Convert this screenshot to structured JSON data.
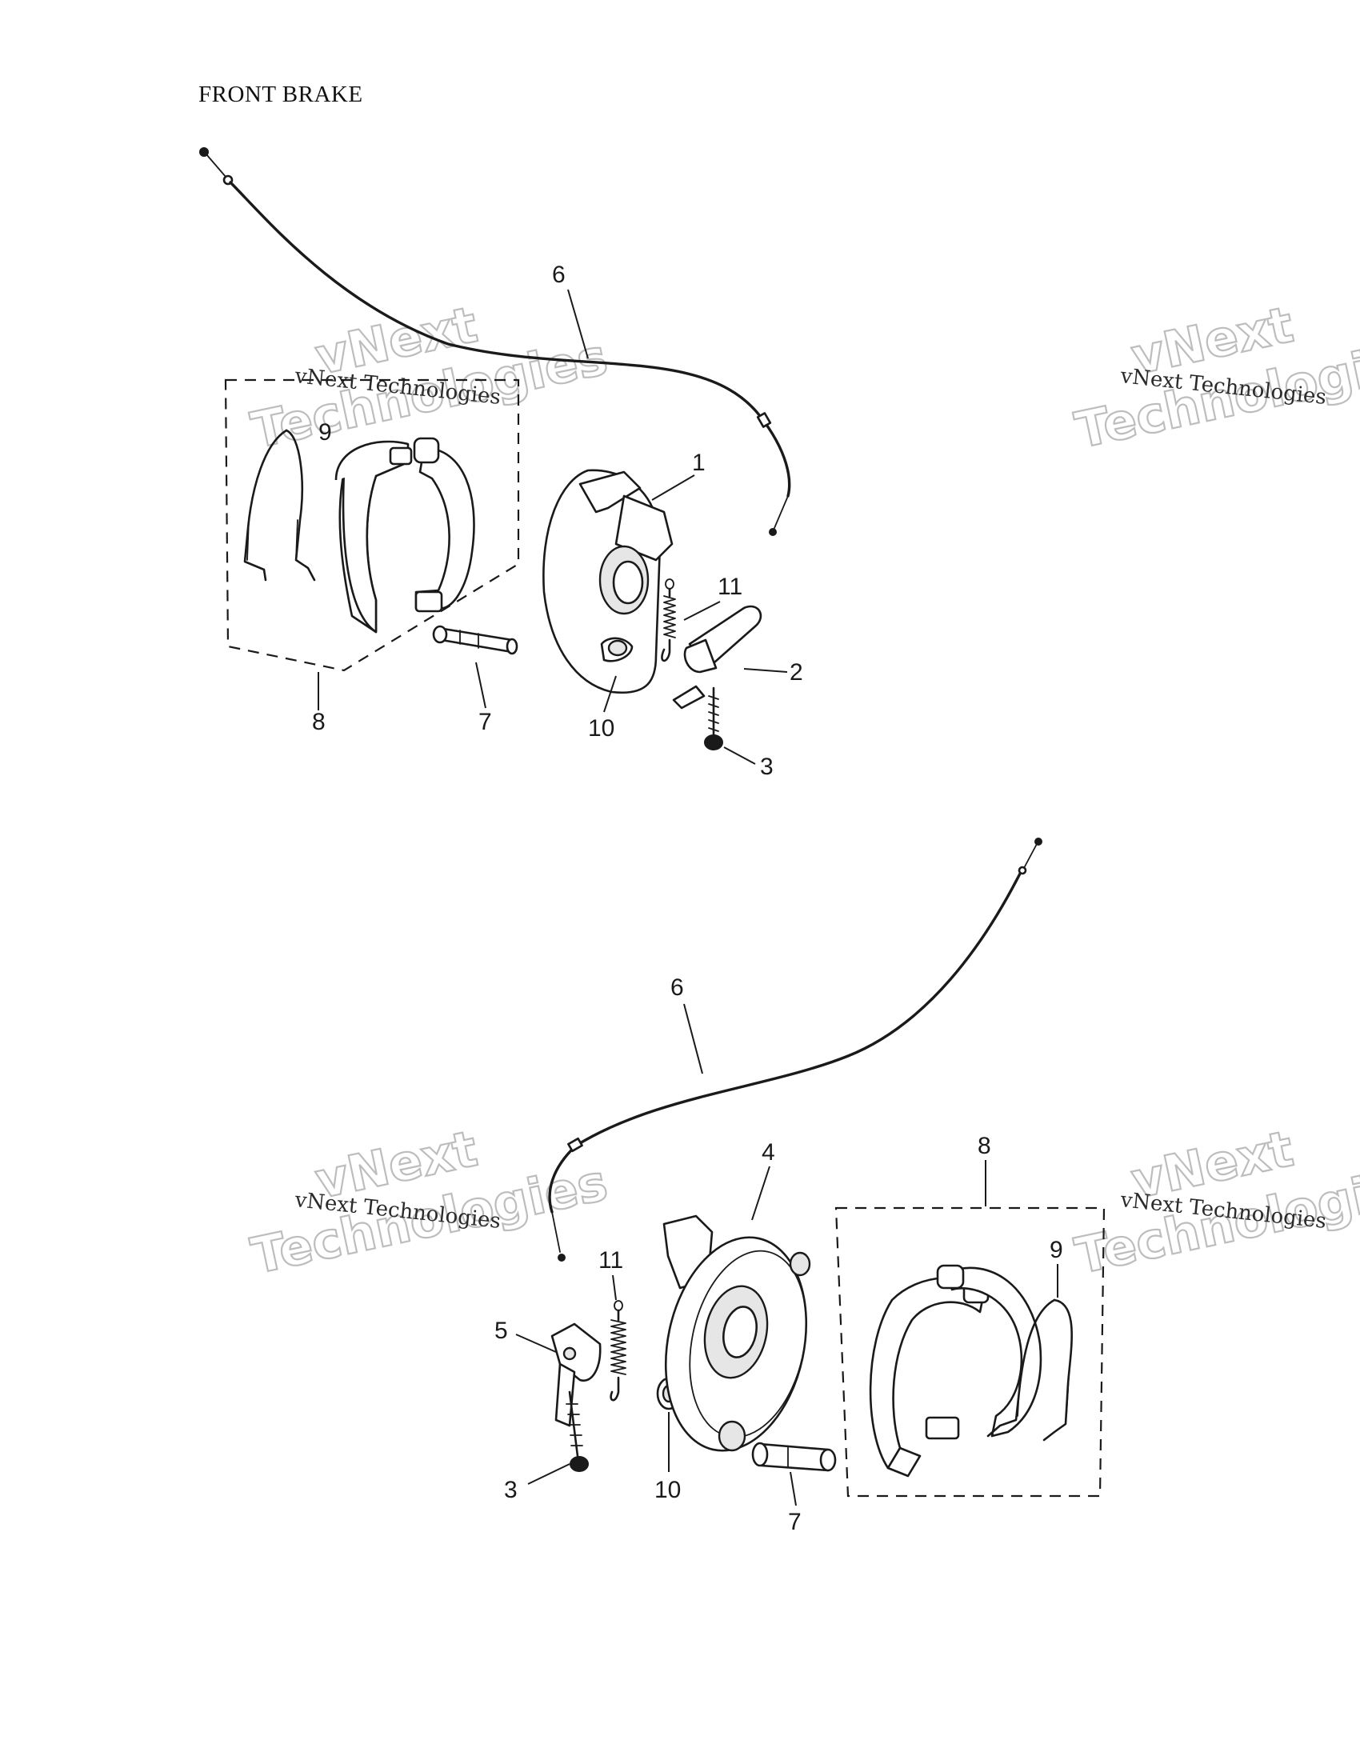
{
  "title": "FRONT BRAKE",
  "watermark": {
    "line1": "vNext",
    "line2": "Technologies",
    "full": "vNext Technologies"
  },
  "callouts_top": {
    "c1": "1",
    "c2": "2",
    "c3": "3",
    "c6": "6",
    "c7": "7",
    "c8": "8",
    "c9": "9",
    "c10": "10",
    "c11": "11"
  },
  "callouts_bottom": {
    "c3": "3",
    "c4": "4",
    "c5": "5",
    "c6": "6",
    "c7": "7",
    "c8": "8",
    "c9": "9",
    "c10": "10",
    "c11": "11"
  }
}
